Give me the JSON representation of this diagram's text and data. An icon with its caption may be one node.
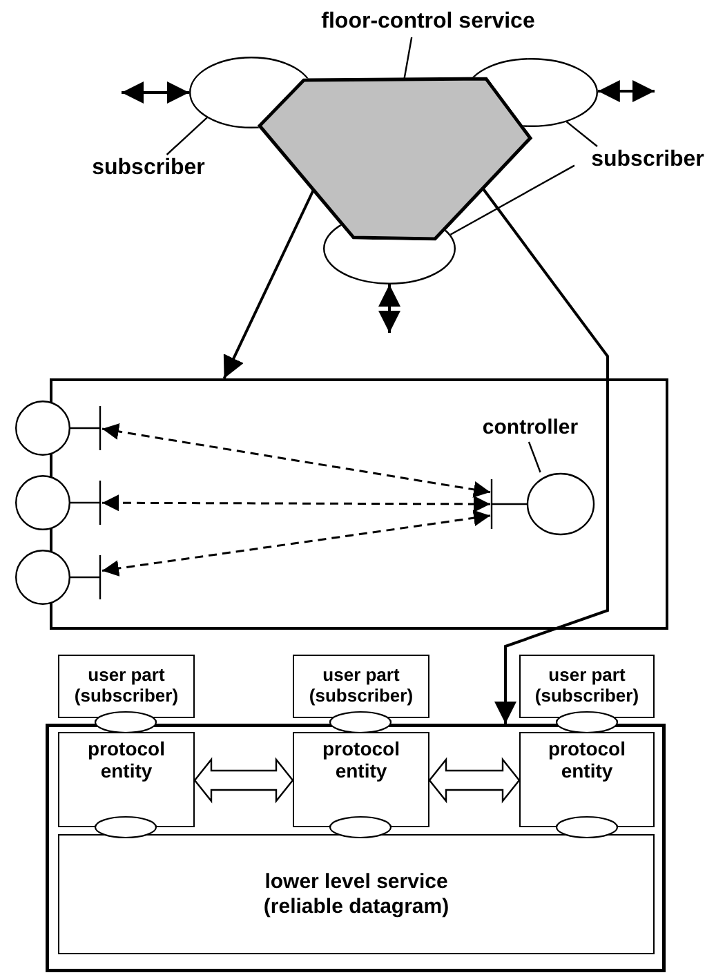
{
  "diagram": {
    "nodes": [
      {
        "text": [
          "floor-control service"
        ]
      },
      {
        "text": [],
        "shape": "hexagon"
      },
      {
        "text": [],
        "shape": "ellipse"
      },
      {
        "text": [],
        "shape": "ellipse"
      },
      {
        "text": [],
        "shape": "ellipse"
      },
      {
        "text": [
          "subscriber"
        ]
      },
      {
        "text": [
          "subscriber"
        ]
      },
      {
        "text": [],
        "shape": "box"
      },
      {
        "text": [],
        "shape": "circle"
      },
      {
        "text": [],
        "shape": "circle"
      },
      {
        "text": [],
        "shape": "circle"
      },
      {
        "text": [],
        "shape": "circle",
        "in": 7
      },
      {
        "text": [
          "controller"
        ],
        "in": 7
      },
      {
        "text": [
          "user part (subscriber)"
        ]
      },
      {
        "text": [
          "user part (subscriber)"
        ]
      },
      {
        "text": [
          "user part (subscriber)"
        ]
      },
      {
        "text": [],
        "shape": "box"
      },
      {
        "text": [
          "protocol entity"
        ],
        "in": 16
      },
      {
        "text": [
          "protocol entity"
        ],
        "in": 16
      },
      {
        "text": [
          "protocol entity"
        ],
        "in": 16
      },
      {
        "text": [
          "lower level service (reliable datagram)"
        ],
        "in": 16
      }
    ],
    "edges": [
      {
        "from": 0,
        "to": 1,
        "arrow": "none"
      },
      {
        "from": 5,
        "to": 2,
        "arrow": "none"
      },
      {
        "from": 6,
        "to": 3,
        "arrow": "none"
      },
      {
        "from": 6,
        "to": 4,
        "arrow": "none"
      },
      {
        "from": null,
        "to": 2,
        "arrow": "both"
      },
      {
        "from": 3,
        "to": null,
        "arrow": "both"
      },
      {
        "from": 4,
        "to": null,
        "arrow": "both"
      },
      {
        "from": 1,
        "to": 7,
        "arrow": "to"
      },
      {
        "from": 1,
        "to": 16,
        "arrow": "to"
      },
      {
        "from": 11,
        "to": 8,
        "arrow": "both",
        "style": "dashed"
      },
      {
        "from": 11,
        "to": 9,
        "arrow": "both",
        "style": "dashed"
      },
      {
        "from": 11,
        "to": 10,
        "arrow": "both",
        "style": "dashed"
      },
      {
        "from": 12,
        "to": 11,
        "arrow": "none"
      },
      {
        "from": 17,
        "to": 18,
        "arrow": "both",
        "style": "thick"
      },
      {
        "from": 18,
        "to": 19,
        "arrow": "both",
        "style": "thick"
      }
    ]
  }
}
